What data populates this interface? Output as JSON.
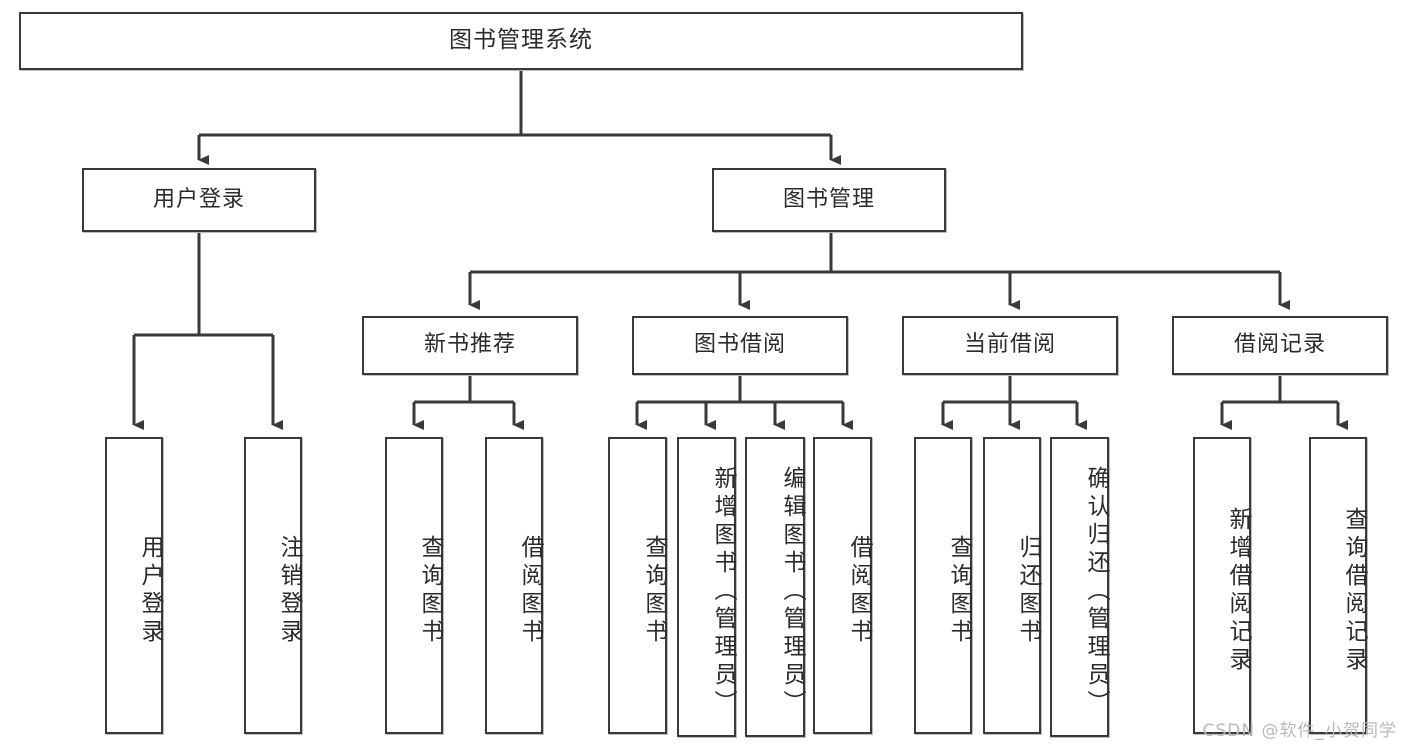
{
  "diagram": {
    "title": "图书管理系统",
    "type": "hierarchy-tree",
    "watermark": "CSDN @软件_小贺同学",
    "colors": {
      "box_border": "#3a3a3a",
      "box_fill": "#ffffff",
      "line": "#3a3a3a",
      "text": "#2b2b2b",
      "watermark": "#b9b9b9"
    },
    "nodes": {
      "root": {
        "label": "图书管理系统"
      },
      "level2": [
        {
          "label": "用户登录"
        },
        {
          "label": "图书管理"
        }
      ],
      "level3": [
        {
          "label": "新书推荐"
        },
        {
          "label": "图书借阅"
        },
        {
          "label": "当前借阅"
        },
        {
          "label": "借阅记录"
        }
      ],
      "leaves": [
        {
          "label": "用户登录"
        },
        {
          "label": "注销登录"
        },
        {
          "label": "查询图书"
        },
        {
          "label": "借阅图书"
        },
        {
          "label": "查询图书"
        },
        {
          "label": "新增图书（管理员）"
        },
        {
          "label": "编辑图书（管理员）"
        },
        {
          "label": "借阅图书"
        },
        {
          "label": "查询图书"
        },
        {
          "label": "归还图书"
        },
        {
          "label": "确认归还（管理员）"
        },
        {
          "label": "新增借阅记录"
        },
        {
          "label": "查询借阅记录"
        }
      ]
    }
  }
}
